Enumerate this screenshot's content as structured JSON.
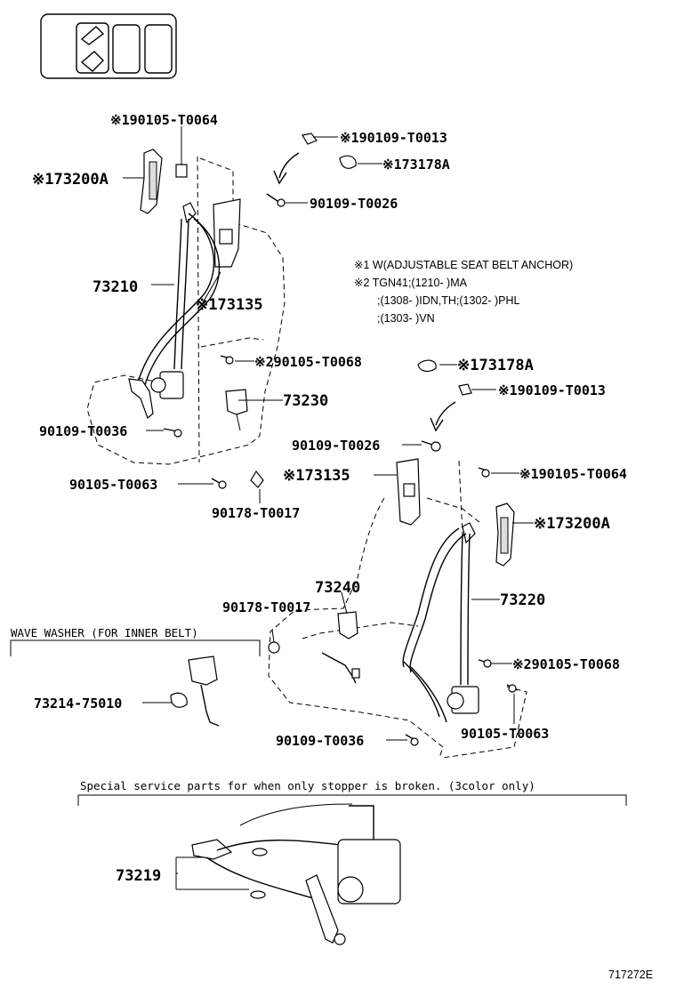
{
  "icon": {
    "name": "seat-belt-pictogram-icon"
  },
  "notes": {
    "n1": "※1 W(ADJUSTABLE SEAT BELT ANCHOR)",
    "n2": "※2 TGN41;(1210-        )MA",
    "n3": ";(1308-        )IDN,TH;(1302-        )PHL",
    "n4": ";(1303-        )VN"
  },
  "callouts": {
    "p_190105_T0064_a": "※190105-T0064",
    "p_173200A_a": "※173200A",
    "p_190109_T0013_a": "※190109-T0013",
    "p_173178A_a": "※173178A",
    "p_90109_T0026_a": "90109-T0026",
    "p_73210": "73210",
    "p_173135_a": "※173135",
    "p_290105_T0068_a": "※290105-T0068",
    "p_73230": "73230",
    "p_90109_T0036_a": "90109-T0036",
    "p_90105_T0063_a": "90105-T0063",
    "p_90178_T0017_a": "90178-T0017",
    "p_173178A_b": "※173178A",
    "p_190109_T0013_b": "※190109-T0013",
    "p_90109_T0026_b": "90109-T0026",
    "p_173135_b": "※173135",
    "p_190105_T0064_b": "※190105-T0064",
    "p_173200A_b": "※173200A",
    "p_73240": "73240",
    "p_90178_T0017_b": "90178-T0017",
    "p_73220": "73220",
    "p_290105_T0068_b": "※290105-T0068",
    "p_90109_T0036_b": "90109-T0036",
    "p_90105_T0063_b": "90105-T0063",
    "p_73214_75010": "73214-75010",
    "p_73219": "73219"
  },
  "wave_washer_label": "WAVE WASHER (FOR INNER BELT)",
  "service_note": "Special service parts for when only stopper is broken. (3color only)",
  "figure_id": "717272E"
}
